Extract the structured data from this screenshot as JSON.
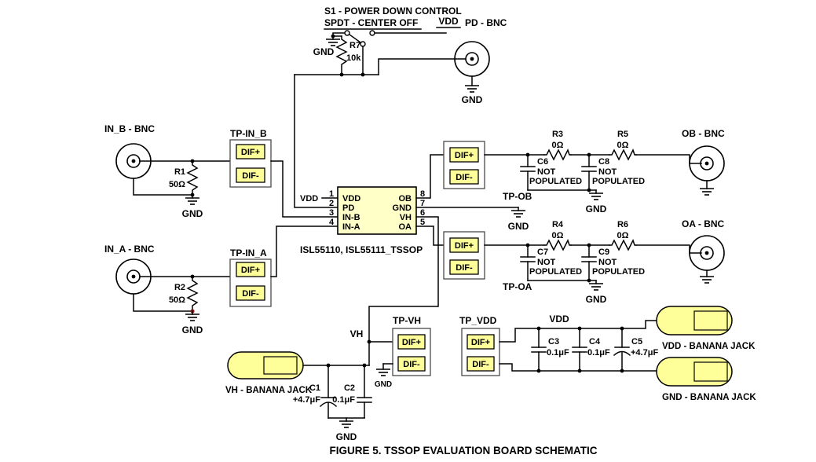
{
  "caption": "FIGURE 5. TSSOP EVALUATION BOARD SCHEMATIC",
  "colors": {
    "component_yellow": "#FFFF99",
    "ic_yellow": "#FFFFC8",
    "line": "#000000",
    "junction_red": "#8B1A1A",
    "background": "#FFFFFF"
  },
  "s1": {
    "title": "S1 - POWER DOWN CONTROL",
    "subtitle": "SPDT - CENTER OFF",
    "vdd_label": "VDD",
    "bnc_label": "PD - BNC",
    "switch_gnd": "GND",
    "r7_name": "R7",
    "r7_value": "10k",
    "bnc_gnd": "GND"
  },
  "in_b": {
    "label": "IN_B - BNC",
    "res_name": "R1",
    "res_value": "50Ω",
    "gnd": "GND",
    "tp": "TP-IN_B",
    "dif_plus": "DIF+",
    "dif_minus": "DIF-"
  },
  "in_a": {
    "label": "IN_A - BNC",
    "res_name": "R2",
    "res_value": "50Ω",
    "gnd": "GND",
    "tp": "TP-IN_A",
    "dif_plus": "DIF+",
    "dif_minus": "DIF-"
  },
  "ic": {
    "part": "ISL55110, ISL55111_TSSOP",
    "vdd_net": "VDD",
    "pin7_gnd": "GND",
    "pins_left": [
      {
        "num": "1",
        "name": "VDD"
      },
      {
        "num": "2",
        "name": "PD"
      },
      {
        "num": "3",
        "name": "IN-B"
      },
      {
        "num": "4",
        "name": "IN-A"
      }
    ],
    "pins_right": [
      {
        "num": "8",
        "name": "OB"
      },
      {
        "num": "7",
        "name": "GND"
      },
      {
        "num": "6",
        "name": "VH"
      },
      {
        "num": "5",
        "name": "OA"
      }
    ]
  },
  "ob": {
    "tp": "TP-OB",
    "dif_plus": "DIF+",
    "dif_minus": "DIF-",
    "r_a_name": "R3",
    "r_a_value": "0Ω",
    "r_b_name": "R5",
    "r_b_value": "0Ω",
    "c_a_name": "C6",
    "c_b_name": "C8",
    "np1": "NOT",
    "np2": "POPULATED",
    "gnd": "GND",
    "bnc": "OB - BNC"
  },
  "oa": {
    "tp": "TP-OA",
    "dif_plus": "DIF+",
    "dif_minus": "DIF-",
    "r_a_name": "R4",
    "r_a_value": "0Ω",
    "r_b_name": "R6",
    "r_b_value": "0Ω",
    "c_a_name": "C7",
    "c_b_name": "C9",
    "np1": "NOT",
    "np2": "POPULATED",
    "gnd": "GND",
    "bnc": "OA - BNC"
  },
  "vh": {
    "net": "VH",
    "tp": "TP-VH",
    "dif_plus": "DIF+",
    "dif_minus": "DIF-",
    "tp_gnd": "GND",
    "c1_name": "C1",
    "c1_value": "+4.7μF",
    "c2_name": "C2",
    "c2_value": "0.1μF",
    "gnd": "GND",
    "jack": "VH - BANANA JACK"
  },
  "vdd": {
    "net": "VDD",
    "tp": "TP_VDD",
    "dif_plus": "DIF+",
    "dif_minus": "DIF-",
    "c3_name": "C3",
    "c3_value": "0.1μF",
    "c4_name": "C4",
    "c4_value": "0.1μF",
    "c5_name": "C5",
    "c5_value": "+4.7μF",
    "vdd_jack": "VDD - BANANA JACK",
    "gnd_jack": "GND - BANANA JACK"
  }
}
